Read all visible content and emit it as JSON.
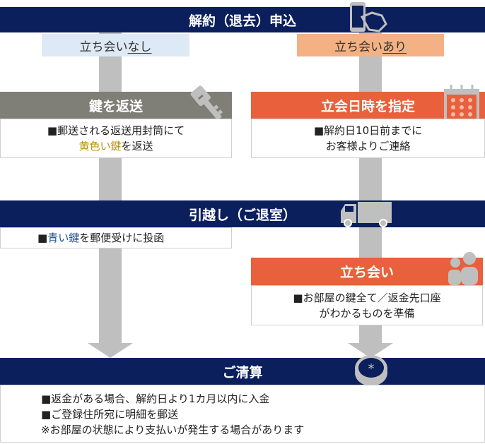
{
  "header": {
    "title": "解約（退去）申込"
  },
  "branches": {
    "left": {
      "prefix": "立ち会い",
      "emph": "なし"
    },
    "right": {
      "prefix": "立ち会い",
      "emph": "あり"
    }
  },
  "left_step": {
    "title": "鍵を返送",
    "line1": "■郵送される返送用封筒にて",
    "highlight": "黄色い鍵",
    "line2_rest": "を返送"
  },
  "right_step": {
    "title": "立会日時を指定",
    "line1": "■解約日10日前までに",
    "line2": "お客様よりご連絡"
  },
  "moving": {
    "title": "引越し（ご退室）",
    "bullet": "■",
    "highlight": "青い鍵",
    "rest": "を郵便受けに投函"
  },
  "inspection": {
    "title": "立ち会い",
    "line1": "■お部屋の鍵全て／返金先口座",
    "line2": "がわかるものを準備"
  },
  "settlement": {
    "title": "ご清算",
    "lines": [
      "■返金がある場合、解約日より1カ月以内に入金",
      "■ご登録住所宛に明細を郵送",
      "※お部屋の状態により支払いが発生する場合があります"
    ]
  },
  "colors": {
    "navy": "#0b1f5c",
    "orange": "#e8603c",
    "gray": "#7f7f78",
    "yellow": "#b8960b",
    "blue": "#1f4e8c"
  }
}
